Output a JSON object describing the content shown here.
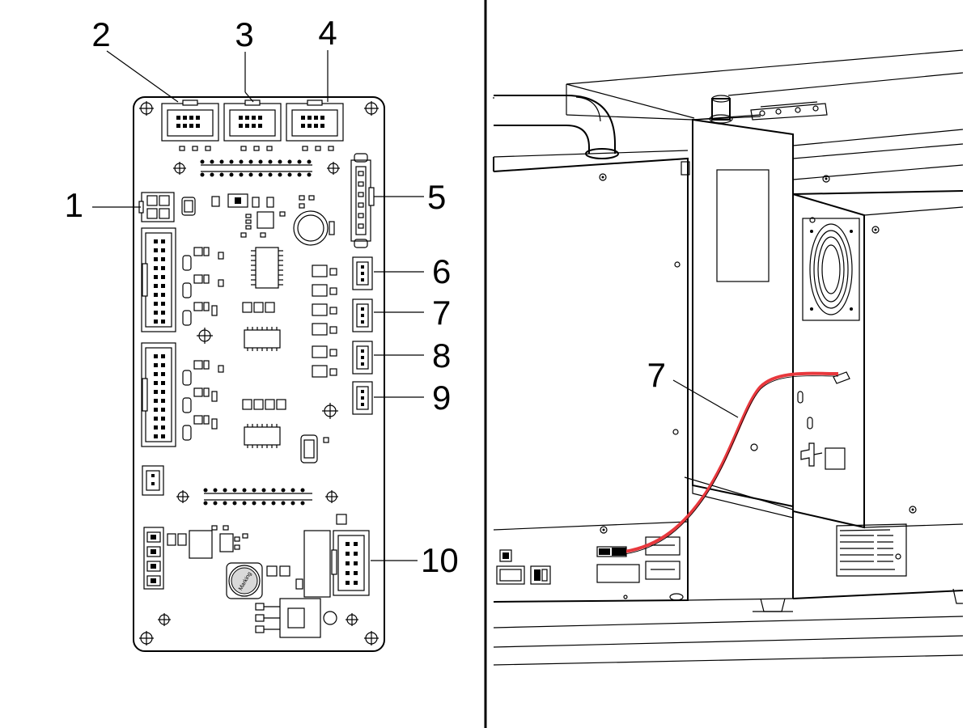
{
  "pcb_callouts": [
    "1",
    "2",
    "3",
    "4",
    "5",
    "6",
    "7",
    "8",
    "9",
    "10"
  ],
  "chip_marking": "Marking",
  "machine_callout": "7",
  "cable_color": "#e8383d"
}
